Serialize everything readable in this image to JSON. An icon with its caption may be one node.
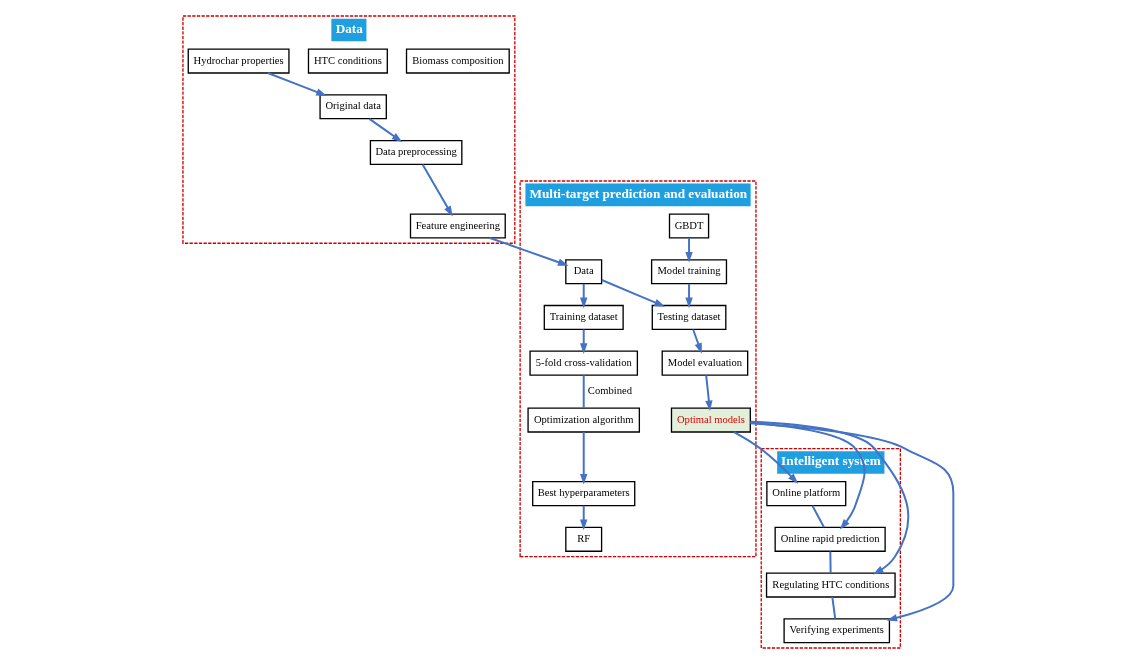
{
  "diagram": {
    "nodes": [
      {
        "text": [
          "Data"
        ]
      },
      {
        "text": [
          "Biomass composition"
        ],
        "in": 0
      },
      {
        "text": [
          "HTC conditions"
        ],
        "in": 0
      },
      {
        "text": [
          "Hydrochar properties"
        ],
        "in": 0
      },
      {
        "text": [
          "Original data"
        ],
        "in": 0
      },
      {
        "text": [
          "Data preprocessing"
        ],
        "in": 0
      },
      {
        "text": [
          "Feature engineering"
        ],
        "in": 0
      },
      {
        "text": [
          "Multi-target prediction and evaluation"
        ]
      },
      {
        "text": [
          "Best hyperparameters"
        ],
        "in": 7
      },
      {
        "text": [
          "RF"
        ],
        "in": 7
      },
      {
        "text": [
          "GBDT"
        ],
        "in": 7
      },
      {
        "text": [
          "Optimization algorithm"
        ],
        "in": 7
      },
      {
        "text": [
          "Model training"
        ],
        "in": 7
      },
      {
        "text": [
          "Optimal models"
        ],
        "in": 7
      },
      {
        "text": [
          "5-fold cross-validation"
        ],
        "in": 7
      },
      {
        "text": [
          "Model evaluation"
        ],
        "in": 7
      },
      {
        "text": [
          "Training dataset"
        ],
        "in": 7
      },
      {
        "text": [
          "Testing dataset"
        ],
        "in": 7
      },
      {
        "text": [
          "Data"
        ],
        "in": 7
      },
      {
        "text": [
          "Intelligent system"
        ]
      },
      {
        "text": [
          "Online platform"
        ],
        "in": 19
      },
      {
        "text": [
          "Online rapid prediction"
        ],
        "in": 19
      },
      {
        "text": [
          "Regulating HTC conditions"
        ],
        "in": 19
      },
      {
        "text": [
          "Verifying experiments"
        ],
        "in": 19
      }
    ],
    "edges": [
      {
        "from": 3,
        "to": 4,
        "arrow": "to"
      },
      {
        "from": 4,
        "to": 5,
        "arrow": "to"
      },
      {
        "from": 5,
        "to": 6,
        "arrow": "to"
      },
      {
        "from": 6,
        "to": 18,
        "arrow": "to"
      },
      {
        "from": 18,
        "to": 16,
        "arrow": "to"
      },
      {
        "from": 18,
        "to": 17,
        "arrow": "to"
      },
      {
        "from": 16,
        "to": 14,
        "arrow": "to"
      },
      {
        "from": 14,
        "to": 11,
        "arrow": "none",
        "label": "Combined"
      },
      {
        "from": 11,
        "to": 8,
        "arrow": "to"
      },
      {
        "from": 8,
        "to": 9,
        "arrow": "to"
      },
      {
        "from": 10,
        "to": 12,
        "arrow": "to"
      },
      {
        "from": 12,
        "to": 17,
        "arrow": "to"
      },
      {
        "from": 17,
        "to": 15,
        "arrow": "to"
      },
      {
        "from": 15,
        "to": 13,
        "arrow": "to"
      },
      {
        "from": 13,
        "to": 20,
        "arrow": "to"
      },
      {
        "from": 13,
        "to": 21,
        "arrow": "to"
      },
      {
        "from": 13,
        "to": 22,
        "arrow": "to"
      },
      {
        "from": 13,
        "to": 23,
        "arrow": "to"
      },
      {
        "from": 20,
        "to": 21,
        "arrow": "none"
      },
      {
        "from": 21,
        "to": 22,
        "arrow": "none"
      },
      {
        "from": 22,
        "to": 23,
        "arrow": "none"
      }
    ]
  }
}
